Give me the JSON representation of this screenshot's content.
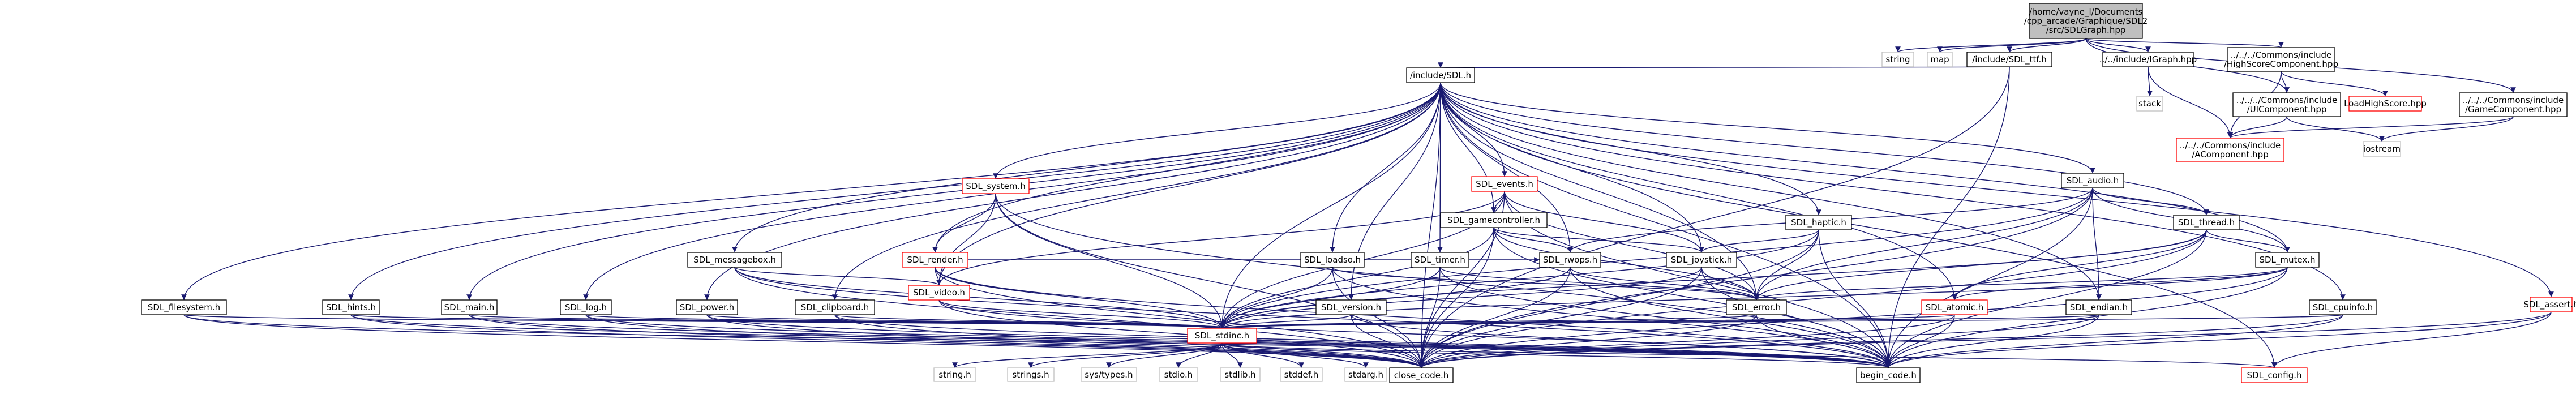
{
  "graph": {
    "title": "Include dependency graph for SDLGraph.hpp",
    "colors": {
      "edge": "#191970",
      "root_fill": "#bfbfbf",
      "node_fill": "#ffffff",
      "node_border": "#000000",
      "red_border": "#ff0000",
      "system_border": "#bfbfbf",
      "system_text": "#555555"
    },
    "nodes": [
      {
        "id": "root",
        "label": "/home/vayne_l/Documents\n/cpp_arcade/Graphique/SDL2\n/src/SDLGraph.hpp",
        "style": "root"
      },
      {
        "id": "string",
        "label": "string",
        "style": "system"
      },
      {
        "id": "map",
        "label": "map",
        "style": "system"
      },
      {
        "id": "sdl_ttf",
        "label": "/include/SDL_ttf.h",
        "style": "normal"
      },
      {
        "id": "igraph",
        "label": "../../include/IGraph.hpp",
        "style": "normal"
      },
      {
        "id": "highscore",
        "label": "../../../Commons/include\n/HighScoreComponent.hpp",
        "style": "normal"
      },
      {
        "id": "stack",
        "label": "stack",
        "style": "system"
      },
      {
        "id": "uicomp",
        "label": "../../../Commons/include\n/UIComponent.hpp",
        "style": "normal"
      },
      {
        "id": "loadhs",
        "label": "LoadHighScore.hpp",
        "style": "red"
      },
      {
        "id": "gamecomp",
        "label": "../../../Commons/include\n/GameComponent.hpp",
        "style": "normal"
      },
      {
        "id": "acomp",
        "label": "../../../Commons/include\n/AComponent.hpp",
        "style": "red"
      },
      {
        "id": "iostream",
        "label": "iostream",
        "style": "system"
      },
      {
        "id": "sdlh",
        "label": "/include/SDL.h",
        "style": "normal"
      },
      {
        "id": "events",
        "label": "SDL_events.h",
        "style": "red"
      },
      {
        "id": "system",
        "label": "SDL_system.h",
        "style": "red"
      },
      {
        "id": "gamecontroller",
        "label": "SDL_gamecontroller.h",
        "style": "normal"
      },
      {
        "id": "haptic",
        "label": "SDL_haptic.h",
        "style": "normal"
      },
      {
        "id": "audio",
        "label": "SDL_audio.h",
        "style": "normal"
      },
      {
        "id": "thread",
        "label": "SDL_thread.h",
        "style": "normal"
      },
      {
        "id": "messagebox",
        "label": "SDL_messagebox.h",
        "style": "normal"
      },
      {
        "id": "render",
        "label": "SDL_render.h",
        "style": "red"
      },
      {
        "id": "loadso",
        "label": "SDL_loadso.h",
        "style": "normal"
      },
      {
        "id": "timer",
        "label": "SDL_timer.h",
        "style": "normal"
      },
      {
        "id": "rwops",
        "label": "SDL_rwops.h",
        "style": "normal"
      },
      {
        "id": "joystick",
        "label": "SDL_joystick.h",
        "style": "normal"
      },
      {
        "id": "mutex",
        "label": "SDL_mutex.h",
        "style": "normal"
      },
      {
        "id": "video",
        "label": "SDL_video.h",
        "style": "red"
      },
      {
        "id": "error",
        "label": "SDL_error.h",
        "style": "normal"
      },
      {
        "id": "atomic",
        "label": "SDL_atomic.h",
        "style": "red"
      },
      {
        "id": "endian",
        "label": "SDL_endian.h",
        "style": "normal"
      },
      {
        "id": "filesystem",
        "label": "SDL_filesystem.h",
        "style": "normal"
      },
      {
        "id": "hints",
        "label": "SDL_hints.h",
        "style": "normal"
      },
      {
        "id": "main",
        "label": "SDL_main.h",
        "style": "normal"
      },
      {
        "id": "log",
        "label": "SDL_log.h",
        "style": "normal"
      },
      {
        "id": "power",
        "label": "SDL_power.h",
        "style": "normal"
      },
      {
        "id": "clipboard",
        "label": "SDL_clipboard.h",
        "style": "normal"
      },
      {
        "id": "version",
        "label": "SDL_version.h",
        "style": "normal"
      },
      {
        "id": "cpuinfo",
        "label": "SDL_cpuinfo.h",
        "style": "normal"
      },
      {
        "id": "asset",
        "label": "SDL_assert.h",
        "style": "red"
      },
      {
        "id": "stdinc",
        "label": "SDL_stdinc.h",
        "style": "red"
      },
      {
        "id": "stringh",
        "label": "string.h",
        "style": "system"
      },
      {
        "id": "stringsh",
        "label": "strings.h",
        "style": "system"
      },
      {
        "id": "systypes",
        "label": "sys/types.h",
        "style": "system"
      },
      {
        "id": "stdio",
        "label": "stdio.h",
        "style": "system"
      },
      {
        "id": "stdlib",
        "label": "stdlib.h",
        "style": "system"
      },
      {
        "id": "stddef",
        "label": "stddef.h",
        "style": "system"
      },
      {
        "id": "stdarg",
        "label": "stdarg.h",
        "style": "system"
      },
      {
        "id": "close_code",
        "label": "close_code.h",
        "style": "normal"
      },
      {
        "id": "begin_code",
        "label": "begin_code.h",
        "style": "normal"
      },
      {
        "id": "sdl_config",
        "label": "SDL_config.h",
        "style": "red"
      }
    ],
    "edges": [
      [
        "root",
        "string"
      ],
      [
        "root",
        "map"
      ],
      [
        "root",
        "sdl_ttf"
      ],
      [
        "root",
        "igraph"
      ],
      [
        "root",
        "highscore"
      ],
      [
        "root",
        "uicomp"
      ],
      [
        "root",
        "gamecomp"
      ],
      [
        "sdl_ttf",
        "sdlh"
      ],
      [
        "sdl_ttf",
        "begin_code"
      ],
      [
        "sdl_ttf",
        "close_code"
      ],
      [
        "igraph",
        "stack"
      ],
      [
        "igraph",
        "acomp"
      ],
      [
        "highscore",
        "uicomp"
      ],
      [
        "highscore",
        "loadhs"
      ],
      [
        "highscore",
        "acomp"
      ],
      [
        "uicomp",
        "acomp"
      ],
      [
        "uicomp",
        "iostream"
      ],
      [
        "gamecomp",
        "acomp"
      ],
      [
        "gamecomp",
        "iostream"
      ],
      [
        "sdlh",
        "events"
      ],
      [
        "sdlh",
        "system"
      ],
      [
        "sdlh",
        "gamecontroller"
      ],
      [
        "sdlh",
        "haptic"
      ],
      [
        "sdlh",
        "audio"
      ],
      [
        "sdlh",
        "thread"
      ],
      [
        "sdlh",
        "messagebox"
      ],
      [
        "sdlh",
        "render"
      ],
      [
        "sdlh",
        "loadso"
      ],
      [
        "sdlh",
        "timer"
      ],
      [
        "sdlh",
        "rwops"
      ],
      [
        "sdlh",
        "joystick"
      ],
      [
        "sdlh",
        "mutex"
      ],
      [
        "sdlh",
        "video"
      ],
      [
        "sdlh",
        "error"
      ],
      [
        "sdlh",
        "atomic"
      ],
      [
        "sdlh",
        "endian"
      ],
      [
        "sdlh",
        "filesystem"
      ],
      [
        "sdlh",
        "hints"
      ],
      [
        "sdlh",
        "main"
      ],
      [
        "sdlh",
        "log"
      ],
      [
        "sdlh",
        "power"
      ],
      [
        "sdlh",
        "clipboard"
      ],
      [
        "sdlh",
        "version"
      ],
      [
        "sdlh",
        "cpuinfo"
      ],
      [
        "sdlh",
        "asset"
      ],
      [
        "sdlh",
        "stdinc"
      ],
      [
        "sdlh",
        "close_code"
      ],
      [
        "sdlh",
        "begin_code"
      ],
      [
        "sdlh",
        "sdl_config"
      ],
      [
        "events",
        "gamecontroller"
      ],
      [
        "events",
        "joystick"
      ],
      [
        "events",
        "video"
      ],
      [
        "events",
        "error"
      ],
      [
        "events",
        "stdinc"
      ],
      [
        "events",
        "close_code"
      ],
      [
        "events",
        "begin_code"
      ],
      [
        "system",
        "render"
      ],
      [
        "system",
        "video"
      ],
      [
        "system",
        "stdinc"
      ],
      [
        "system",
        "close_code"
      ],
      [
        "system",
        "begin_code"
      ],
      [
        "gamecontroller",
        "rwops"
      ],
      [
        "gamecontroller",
        "joystick"
      ],
      [
        "gamecontroller",
        "error"
      ],
      [
        "gamecontroller",
        "stdinc"
      ],
      [
        "gamecontroller",
        "close_code"
      ],
      [
        "gamecontroller",
        "begin_code"
      ],
      [
        "haptic",
        "joystick"
      ],
      [
        "haptic",
        "error"
      ],
      [
        "haptic",
        "stdinc"
      ],
      [
        "haptic",
        "close_code"
      ],
      [
        "haptic",
        "begin_code"
      ],
      [
        "audio",
        "rwops"
      ],
      [
        "audio",
        "thread"
      ],
      [
        "audio",
        "mutex"
      ],
      [
        "audio",
        "error"
      ],
      [
        "audio",
        "endian"
      ],
      [
        "audio",
        "stdinc"
      ],
      [
        "audio",
        "close_code"
      ],
      [
        "audio",
        "begin_code"
      ],
      [
        "thread",
        "mutex"
      ],
      [
        "thread",
        "error"
      ],
      [
        "thread",
        "atomic"
      ],
      [
        "thread",
        "stdinc"
      ],
      [
        "thread",
        "close_code"
      ],
      [
        "thread",
        "begin_code"
      ],
      [
        "messagebox",
        "video"
      ],
      [
        "messagebox",
        "stdinc"
      ],
      [
        "messagebox",
        "close_code"
      ],
      [
        "messagebox",
        "begin_code"
      ],
      [
        "render",
        "video"
      ],
      [
        "render",
        "rwops"
      ],
      [
        "render",
        "stdinc"
      ],
      [
        "render",
        "close_code"
      ],
      [
        "render",
        "begin_code"
      ],
      [
        "loadso",
        "error"
      ],
      [
        "loadso",
        "stdinc"
      ],
      [
        "loadso",
        "close_code"
      ],
      [
        "loadso",
        "begin_code"
      ],
      [
        "timer",
        "error"
      ],
      [
        "timer",
        "stdinc"
      ],
      [
        "timer",
        "close_code"
      ],
      [
        "timer",
        "begin_code"
      ],
      [
        "rwops",
        "error"
      ],
      [
        "rwops",
        "stdinc"
      ],
      [
        "rwops",
        "close_code"
      ],
      [
        "rwops",
        "begin_code"
      ],
      [
        "joystick",
        "error"
      ],
      [
        "joystick",
        "stdinc"
      ],
      [
        "joystick",
        "close_code"
      ],
      [
        "joystick",
        "begin_code"
      ],
      [
        "mutex",
        "error"
      ],
      [
        "mutex",
        "atomic"
      ],
      [
        "mutex",
        "stdinc"
      ],
      [
        "mutex",
        "close_code"
      ],
      [
        "mutex",
        "begin_code"
      ],
      [
        "video",
        "stdinc"
      ],
      [
        "video",
        "close_code"
      ],
      [
        "video",
        "begin_code"
      ],
      [
        "error",
        "stdinc"
      ],
      [
        "error",
        "close_code"
      ],
      [
        "error",
        "begin_code"
      ],
      [
        "atomic",
        "stdinc"
      ],
      [
        "atomic",
        "close_code"
      ],
      [
        "atomic",
        "begin_code"
      ],
      [
        "endian",
        "stdinc"
      ],
      [
        "endian",
        "close_code"
      ],
      [
        "endian",
        "begin_code"
      ],
      [
        "filesystem",
        "stdinc"
      ],
      [
        "filesystem",
        "close_code"
      ],
      [
        "filesystem",
        "begin_code"
      ],
      [
        "hints",
        "stdinc"
      ],
      [
        "hints",
        "close_code"
      ],
      [
        "hints",
        "begin_code"
      ],
      [
        "main",
        "stdinc"
      ],
      [
        "main",
        "close_code"
      ],
      [
        "main",
        "begin_code"
      ],
      [
        "log",
        "stdinc"
      ],
      [
        "log",
        "close_code"
      ],
      [
        "log",
        "begin_code"
      ],
      [
        "power",
        "stdinc"
      ],
      [
        "power",
        "close_code"
      ],
      [
        "power",
        "begin_code"
      ],
      [
        "clipboard",
        "stdinc"
      ],
      [
        "clipboard",
        "close_code"
      ],
      [
        "clipboard",
        "begin_code"
      ],
      [
        "version",
        "stdinc"
      ],
      [
        "version",
        "close_code"
      ],
      [
        "version",
        "begin_code"
      ],
      [
        "cpuinfo",
        "stdinc"
      ],
      [
        "cpuinfo",
        "close_code"
      ],
      [
        "cpuinfo",
        "begin_code"
      ],
      [
        "asset",
        "sdl_config"
      ],
      [
        "asset",
        "close_code"
      ],
      [
        "asset",
        "begin_code"
      ],
      [
        "stdinc",
        "stringh"
      ],
      [
        "stdinc",
        "stringsh"
      ],
      [
        "stdinc",
        "systypes"
      ],
      [
        "stdinc",
        "stdio"
      ],
      [
        "stdinc",
        "stdlib"
      ],
      [
        "stdinc",
        "stddef"
      ],
      [
        "stdinc",
        "stdarg"
      ],
      [
        "stdinc",
        "close_code"
      ],
      [
        "stdinc",
        "begin_code"
      ],
      [
        "stdinc",
        "sdl_config"
      ]
    ]
  }
}
